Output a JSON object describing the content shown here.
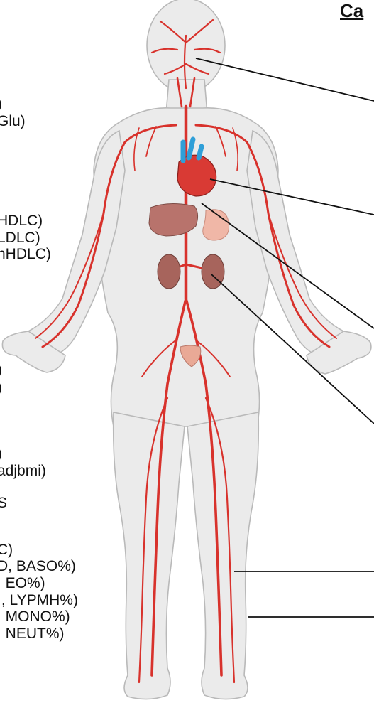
{
  "title": "Ca",
  "labels": {
    "glucose_1": ")",
    "glucose_2": "Glu)",
    "lipid_1": "HDLC)",
    "lipid_2": "LDLC)",
    "lipid_3": "nHDLC)",
    "renal_1": ")",
    "renal_2": ")",
    "body_1": ")",
    "body_2": ")",
    "body_3": "adjbmi)",
    "body_4": "S",
    "blood_1": "C)",
    "blood_2": "D, BASO%)",
    "blood_3": ", EO%)",
    "blood_4": "I, LYPMH%)",
    "blood_5": ", MONO%)",
    "blood_6": ", NEUT%)"
  },
  "colors": {
    "body_fill": "#ebebeb",
    "body_outline": "#b9b9b9",
    "artery": "#d8322c",
    "vein_blue": "#2f9fd8",
    "heart": "#d93a34",
    "liver": "#b8736c",
    "stomach": "#f0b7a7",
    "kidney": "#a7645c",
    "bladder": "#e9a996",
    "leader_line": "#111111"
  },
  "icons": [
    "brain-vessels",
    "heart",
    "liver",
    "stomach",
    "kidney",
    "bladder"
  ]
}
